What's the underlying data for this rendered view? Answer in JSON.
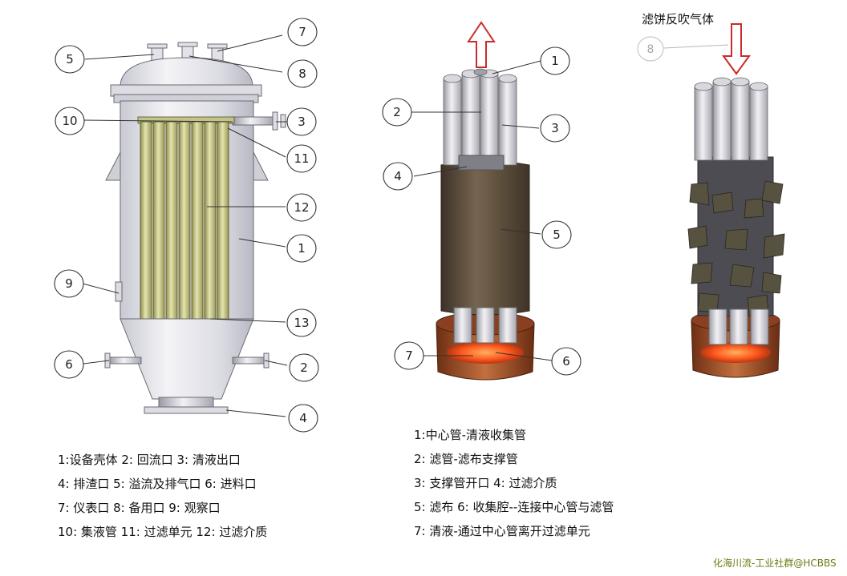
{
  "diagram": {
    "vessel_labels": [
      "1",
      "2",
      "3",
      "4",
      "5",
      "6",
      "7",
      "8",
      "9",
      "10",
      "11",
      "12",
      "13"
    ],
    "filter_unit_labels": [
      "1",
      "2",
      "3",
      "4",
      "5",
      "6",
      "7"
    ],
    "backwash_label": "8",
    "backwash_text": "滤饼反吹气体"
  },
  "legend_left": [
    "1:设备壳体  2:  回流口 3:  清液出口",
    "4:  排渣口  5:  溢流及排气口 6:  进料口",
    "7:  仪表口 8:  备用口 9:  观察口",
    "10:  集液管 11:  过滤单元 12:  过滤介质"
  ],
  "legend_right": [
    "1:中心管-清液收集管",
    "2:  滤管-滤布支撑管",
    "3:  支撑管开口    4:  过滤介质",
    "5:  滤布  6:  收集腔--连接中心管与滤管",
    "7:  清液-通过中心管离开过滤单元"
  ],
  "watermark": "化海川流-工业社群@HCBBS",
  "colors": {
    "shell": "#e6e6ea",
    "shell_shade": "#c8c8d2",
    "filter_element": "#d6d6a0",
    "filter_dark": "#8e8e4a",
    "cloth": "#5e5040",
    "copper": "#b8582a",
    "glow": "#ff5a1e",
    "arrow": "#cc2b2b"
  }
}
